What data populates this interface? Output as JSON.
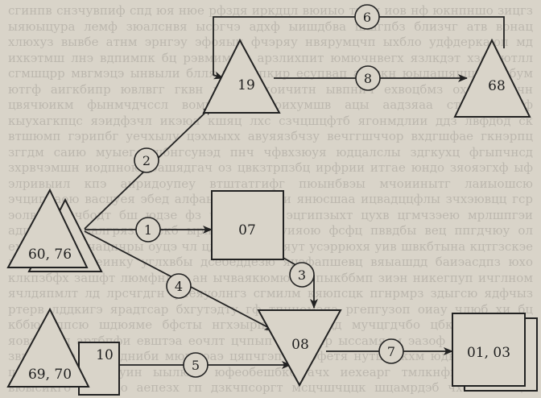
{
  "nodes": {
    "n6076": {
      "label": "60, 76",
      "shape": "triangle-stack"
    },
    "n19": {
      "label": "19",
      "shape": "triangle"
    },
    "n68": {
      "label": "68",
      "shape": "triangle"
    },
    "n07": {
      "label": "07",
      "shape": "square"
    },
    "n08": {
      "label": "08",
      "shape": "triangle-down"
    },
    "n6970": {
      "label": "69, 70",
      "shape": "triangle"
    },
    "n10": {
      "label": "10",
      "shape": "square"
    },
    "n0103": {
      "label": "01, 03",
      "shape": "square-stack"
    }
  },
  "edges": [
    {
      "label": "1",
      "from": "60, 76",
      "to": "07"
    },
    {
      "label": "2",
      "from": "60, 76",
      "to": "19"
    },
    {
      "label": "3",
      "from": "07",
      "to": "08"
    },
    {
      "label": "4",
      "from": "60, 76",
      "to": "08"
    },
    {
      "label": "5",
      "from": "10",
      "to": "08"
    },
    {
      "label": "6",
      "from": "68",
      "to": "19"
    },
    {
      "label": "7",
      "from": "08",
      "to": "01, 03"
    },
    {
      "label": "8",
      "from": "19",
      "to": "68"
    }
  ],
  "colors": {
    "ink": "#222222",
    "paper": "#d9d4c9"
  }
}
